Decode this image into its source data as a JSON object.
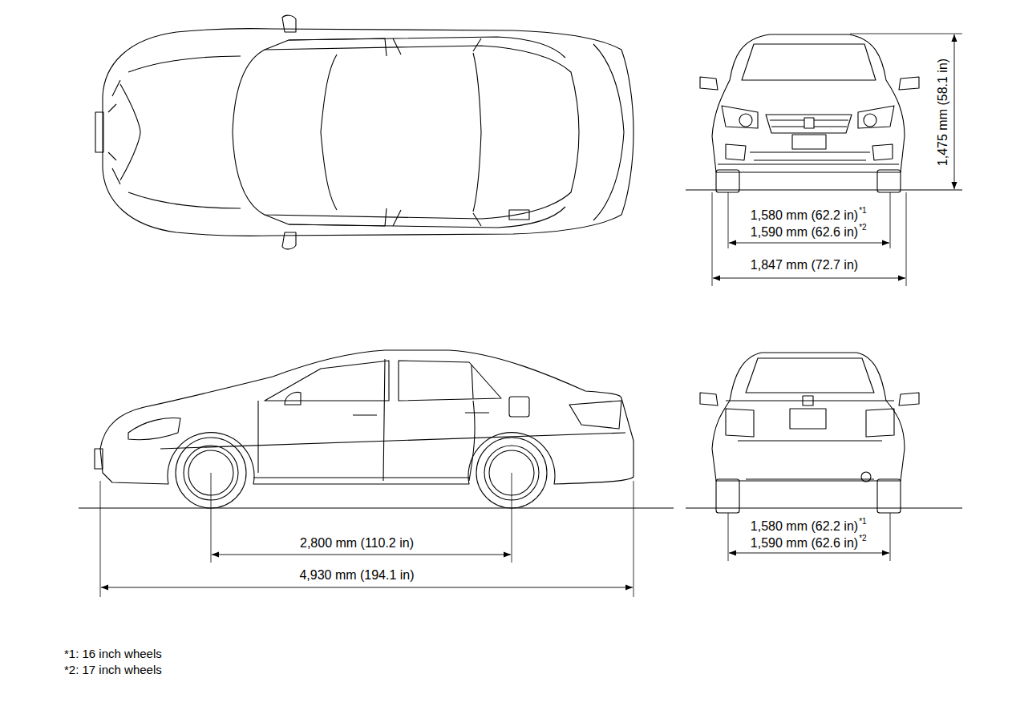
{
  "diagram": {
    "labels": [
      "1,475 mm (58.1 in)",
      "1,580 mm (62.2 in)",
      "*1",
      "1,590 mm (62.6 in)",
      "*2",
      "1,847 mm (72.7 in)",
      "2,800 mm (110.2 in)",
      "4,930 mm (194.1 in)",
      "1,580 mm (62.2 in)",
      "*1",
      "1,590 mm (62.6 in)",
      "*2",
      "*1: 16 inch wheels",
      "*2: 17 inch wheels"
    ]
  }
}
